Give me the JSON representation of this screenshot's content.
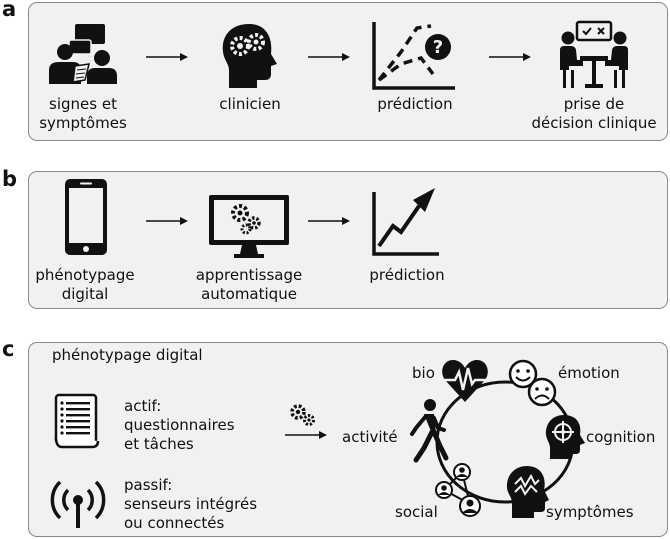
{
  "panels": {
    "a": {
      "letter": "a",
      "steps": [
        {
          "label_line1": "signes et",
          "label_line2": "symptômes",
          "icon": "people-conversation-icon"
        },
        {
          "label_line1": "clinicien",
          "label_line2": "",
          "icon": "head-gears-icon"
        },
        {
          "label_line1": "prédiction",
          "label_line2": "",
          "icon": "chart-question-icon"
        },
        {
          "label_line1": "prise de",
          "label_line2": "décision clinique",
          "icon": "meeting-table-icon"
        }
      ]
    },
    "b": {
      "letter": "b",
      "steps": [
        {
          "label_line1": "phénotypage",
          "label_line2": "digital",
          "icon": "smartphone-icon"
        },
        {
          "label_line1": "apprentissage",
          "label_line2": "automatique",
          "icon": "monitor-gears-icon"
        },
        {
          "label_line1": "prédiction",
          "label_line2": "",
          "icon": "chart-rising-icon"
        }
      ]
    },
    "c": {
      "letter": "c",
      "title": "phénotypage digital",
      "active": {
        "line1": "actif:",
        "line2": "questionnaires",
        "line3": "et tâches"
      },
      "passive": {
        "line1": "passif:",
        "line2": "senseurs intégrés",
        "line3": "ou connectés"
      },
      "cycle_labels": {
        "bio": "bio",
        "emotion": "émotion",
        "cognition": "cognition",
        "symptomes": "symptômes",
        "social": "social",
        "activite": "activité"
      }
    }
  }
}
